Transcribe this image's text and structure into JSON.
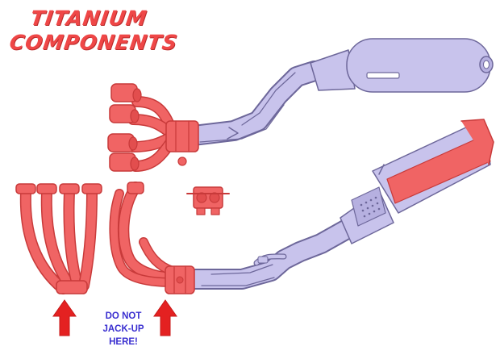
{
  "title": {
    "line1": "TITANIUM",
    "line2": "COMPONENTS"
  },
  "warning": {
    "line1": "DO NOT",
    "line2": "JACK-UP",
    "line3": "HERE!"
  },
  "colors": {
    "titanium_red": "#f06464",
    "red_outline": "#c83a3a",
    "steel_lavender": "#c8c3ec",
    "lavender_outline": "#6d679a",
    "title_red": "#ef4747",
    "arrow_red": "#e42121",
    "warning_blue": "#3a2fd0"
  },
  "icons": [
    "up-arrow-icon",
    "up-arrow-icon"
  ]
}
